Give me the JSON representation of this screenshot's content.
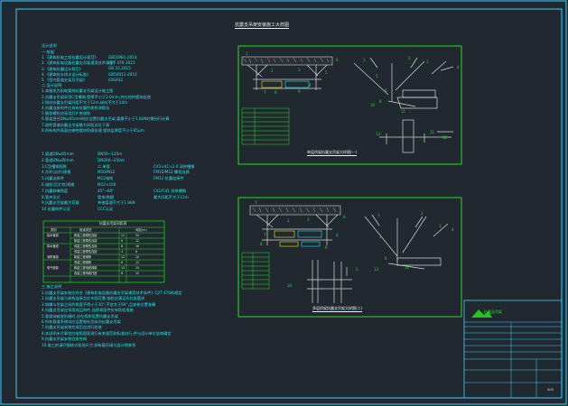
{
  "drawing": {
    "title": "抗震支吊架安装施工大样图",
    "notes_heading": "设计说明",
    "notes_top": [
      "一.依据",
      "1.《建筑机电工程抗震设计规范》",
      "2.《建筑机电设备抗震支吊架通用技术条件》",
      "3.《建筑抗震设计规范》",
      "4.《建筑给水排水设计标准》",
      "5.《室内管道支架及吊架》",
      "二.设计说明",
      "1.本图纸为机电管线抗震支吊架设计施工图",
      "2.抗震支吊架采用C型槽钢,壁厚不小于2.0mm,并应经热镀锌处理",
      "3.侧向抗震支吊架间距不大于12m,纵向不大于24m",
      "4.抗震连接构件应具有抗震性能检测报告",
      "5.膨胀螺栓应采用后扩底锚栓",
      "6.管道直径DN≥65mm时应设置抗震支吊架,重量不小于1.8kN时需另行计算",
      "7.刚性管道抗震支吊架最大间距详见下表",
      "8.所有构件表面应做热镀锌防腐处理,镀锌层厚度不小于65μm"
    ],
    "standards": [
      "GB50981-2014",
      "CJ/T 476-2015",
      "GB 15.2015",
      "GB50011-2010",
      "03S402"
    ],
    "spec_rows": [
      [
        "1.管道DN≤65mm",
        "DN50~125m",
        ""
      ],
      [
        "2.管道DN≥80mm",
        "DN200~250m",
        ""
      ],
      [
        "3.C型槽钢规格",
        "二.单管",
        "C41×41×2.0 双拼槽钢"
      ],
      [
        "4.吊杆(丝杆)规格",
        "M10/M12",
        "FM10/M12 螺栓连接"
      ],
      [
        "5.抗震连接件",
        "M12锚栓",
        "FM12 抗震连接件"
      ],
      [
        "6.锚栓(后扩底)规格",
        "M12×100",
        ""
      ],
      [
        "7.抗震斜撑角度",
        "45°~60°",
        "C41/C41 双拼槽钢"
      ],
      [
        "8.管夹形式",
        "管束/抱箍",
        "最大间距不大于12m"
      ],
      [
        "9.抗震支吊架最大荷载",
        "单根管道不大于1.8kN",
        ""
      ],
      [
        "10.抗震构件认证",
        "CCC认证",
        ""
      ]
    ],
    "table": {
      "caption": "抗震支吊架间距表",
      "header": [
        "类别",
        "管道类型",
        "间距(m)"
      ],
      "rows": [
        [
          "给水管道",
          "新建工程刚性连接",
          "12",
          "24"
        ],
        [
          "",
          "新建工程柔性连接",
          "6",
          "12"
        ],
        [
          "排水管道",
          "改建工程刚性连接",
          "8",
          "16"
        ],
        [
          "",
          "改建工程柔性连接",
          "4",
          "8"
        ],
        [
          "消防管道",
          "新建工程钢管",
          "12",
          "24"
        ],
        [
          "",
          "改建工程钢管",
          "6",
          "12"
        ],
        [
          "电气桥架",
          "新建工程电缆梯架",
          "12",
          "24"
        ],
        [
          "",
          "改建工程电缆托盘",
          "6",
          "12"
        ]
      ]
    },
    "notes_bottom_heading": "三.施工说明",
    "notes_bottom": [
      "1.抗震支吊架安装应符合《建筑机电设备抗震支吊架通用技术条件》CJ/T 476的规定",
      "2.抗震支吊架与结构连接点应牢固可靠,锚栓应满足抗拉拔要求",
      "3.斜撑与吊架之间的角度不得小于30°,不宜大于60°,且安装位置准确",
      "4.抗震支吊架应采用成品构件,连接紧固件应有防松措施",
      "5.管道穿越变形缝时,应在两侧设置抗震支吊架",
      "6.所有管道系统均应设置侧向及纵向抗震支吊架",
      "7.抗震支吊架安装完成后应进行验收",
      "8.本说明未尽事宜应按照国家现行有关规范和标准执行,并与设计单位协商确定",
      "9.抗震支吊架安装验收合格",
      "10.施工前请仔细核对现场尺寸,如有疑问请与设计院联系"
    ],
    "upper_caption": "单层桥架抗震支吊架大样图(一)",
    "lower_caption": "多层桥架抗震支吊架大样图(二)",
    "title_block_logo": "抗震支吊架",
    "title_block_tag": "A00"
  }
}
